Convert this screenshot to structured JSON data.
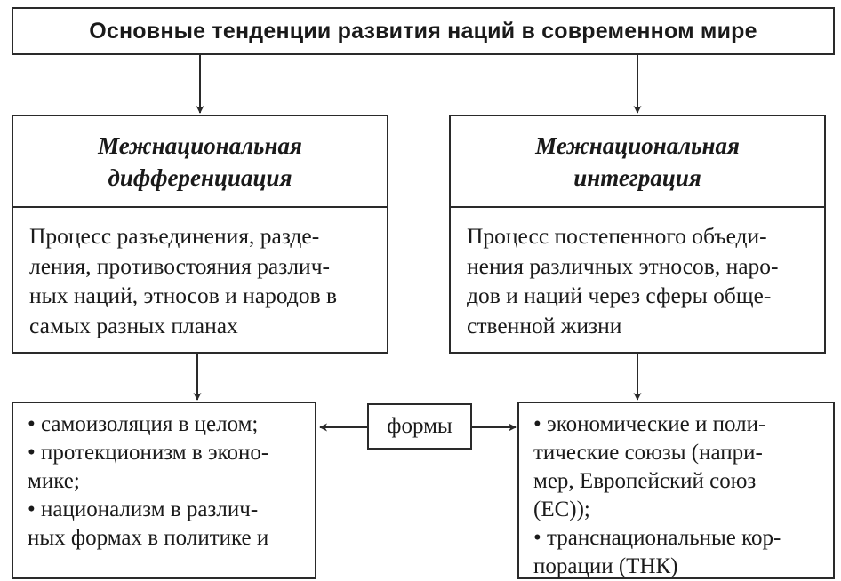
{
  "title": "Основные тенденции развития наций в современном мире",
  "left": {
    "heading": "Межнациональная\nдифференциация",
    "description": "Процесс разъединения, разде-\nления, противостояния различ-\nных наций, этносов и народов в\nсамых разных планах",
    "items": "•  самоизоляция в целом;\n•  протекционизм в эконо-\nмике;\n•  национализм в различ-\nных формах в политике и"
  },
  "right": {
    "heading": "Межнациональная\nинтеграция",
    "description": "Процесс постепенного объеди-\nнения различных этносов, наро-\nдов и наций через сферы обще-\nственной жизни",
    "items": "•  экономические и поли-\nтические союзы (напри-\nмер, Европейский союз\n(ЕС));\n•  транснациональные кор-\nпорации (ТНК)"
  },
  "forms_label": "формы"
}
